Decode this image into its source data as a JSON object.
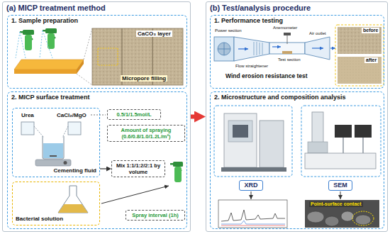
{
  "diagram": {
    "nodes": [
      {
        "text": [
          "(a) MICP treatment method"
        ]
      },
      {
        "text": [
          "1. Sample preparation"
        ],
        "in": 0
      },
      {
        "text": [
          "2. MICP surface treatment"
        ],
        "in": 0
      },
      {
        "text": [
          "Cementing fluid"
        ],
        "in": 2
      },
      {
        "text": [
          "0.5/1/1.5mol/L"
        ],
        "in": 2
      },
      {
        "text": [
          "Amount of spraying (0.6/0.8/1.0/1.2L/m²)"
        ],
        "in": 2
      },
      {
        "text": [
          "Mix 1:1/1:2/2:1 by volume"
        ],
        "in": 2
      },
      {
        "text": [
          "Bacterial solution"
        ],
        "in": 2
      },
      {
        "text": [
          "Spray interval (1h)"
        ],
        "in": 2
      },
      {
        "text": [
          "(b) Test/analysis procedure"
        ]
      },
      {
        "text": [
          "1. Performance testing"
        ],
        "in": 9
      },
      {
        "text": [
          "2. Microstructure and composition analysis"
        ],
        "in": 9
      },
      {
        "text": [
          "XRD"
        ],
        "in": 11
      },
      {
        "text": [
          "SEM"
        ],
        "in": 11
      }
    ],
    "edges": [
      {
        "from": 0,
        "to": 9,
        "arrow": "to"
      },
      {
        "from": 3,
        "to": 6,
        "arrow": "to"
      }
    ],
    "labels": [
      "CaCO₃ layer",
      "Micropore filling",
      "Urea",
      "CaCl₂/MgO",
      "Power section",
      "Anemometer",
      "Flow straightener",
      "Test section",
      "Air outlet",
      "Wind erosion resistance test",
      "before",
      "after",
      "Point-surface contact"
    ]
  }
}
